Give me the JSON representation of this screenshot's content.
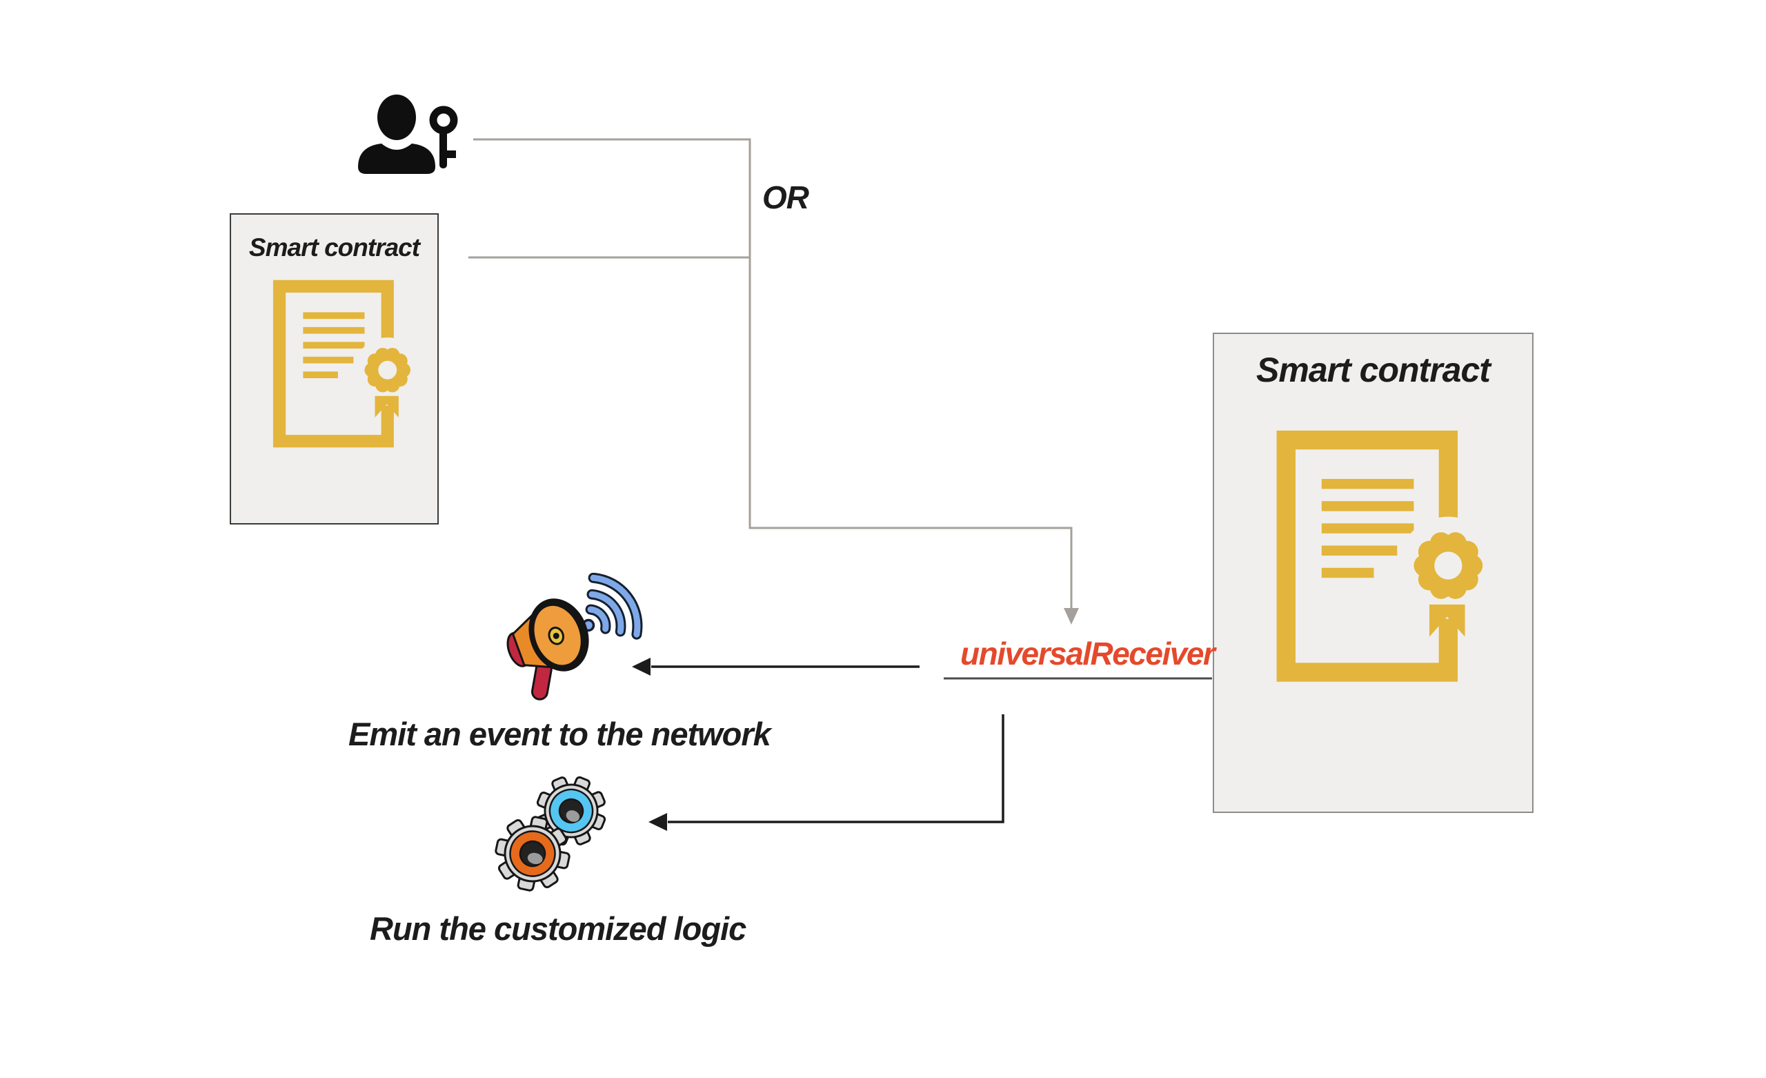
{
  "labels": {
    "or": "OR",
    "left_contract_title": "Smart contract",
    "right_contract_title": "Smart contract",
    "universal_receiver": "universalReceiver",
    "emit_event": "Emit an event to the network",
    "run_logic": "Run the customized logic"
  },
  "icons": {
    "person_key": "person-with-key",
    "certificate_left": "smart-contract-certificate",
    "certificate_right": "smart-contract-certificate",
    "megaphone": "megaphone-with-sound-waves",
    "gears": "two-gears"
  },
  "colors": {
    "accent-yellow": "#E3B53C",
    "accent-red": "#E5492B",
    "connector-gray": "#A5A09B",
    "ink-black": "#1C1C1C",
    "underline-gray": "#4F4B48",
    "box-fill": "#F0EFED",
    "box-border-dark": "#3A3A3A",
    "box-border-light": "#8C8C8C",
    "wave-blue": "#7FA8E8",
    "megaphone-orange": "#E98A28",
    "megaphone-bell": "#EF9C3C",
    "megaphone-red": "#C22742",
    "gear-gray": "#D9D9D9",
    "gear-blue": "#55C6F2",
    "gear-orange": "#E56A1C"
  }
}
